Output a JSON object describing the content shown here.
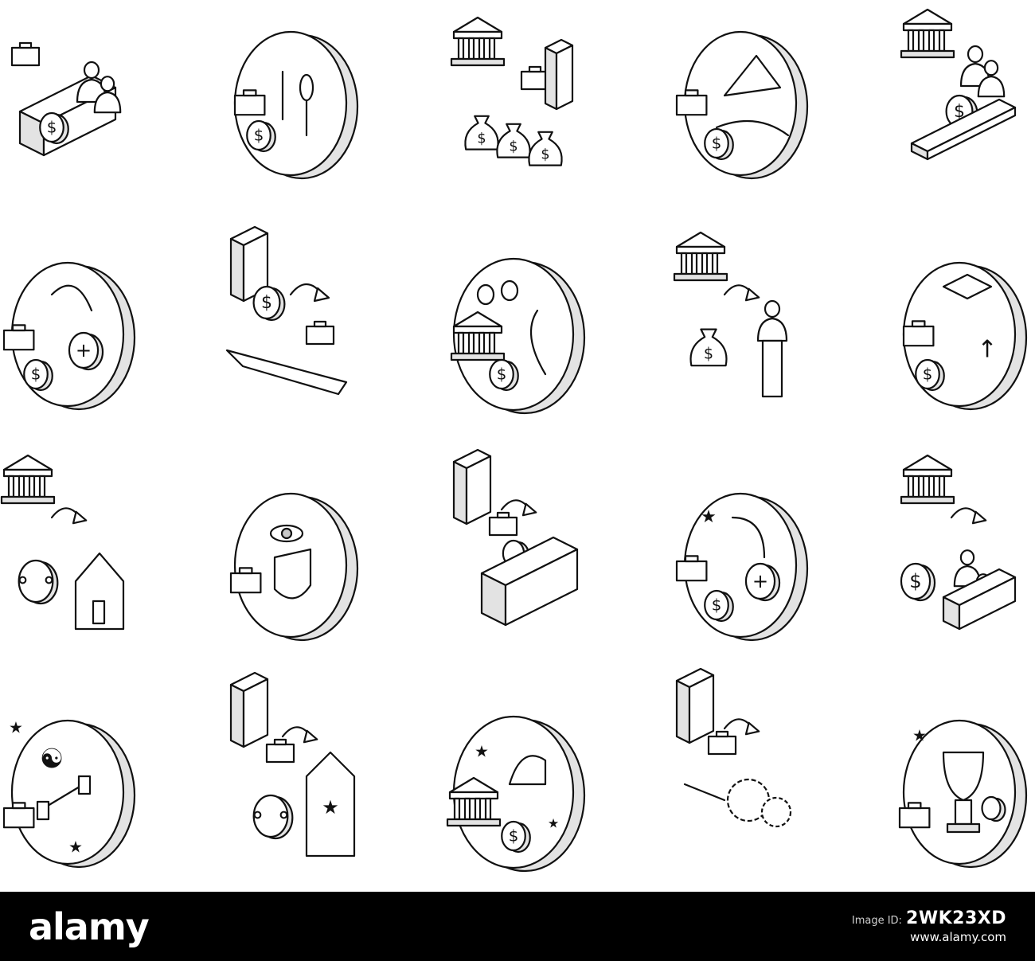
{
  "icons": [
    {
      "name": "finance-meeting-icon"
    },
    {
      "name": "dining-expense-icon"
    },
    {
      "name": "bank-money-bags-icon"
    },
    {
      "name": "travel-tent-expense-icon"
    },
    {
      "name": "bank-team-savings-icon"
    },
    {
      "name": "health-care-expense-icon"
    },
    {
      "name": "business-travel-flight-icon"
    },
    {
      "name": "bank-client-savings-icon"
    },
    {
      "name": "bank-transfer-person-icon"
    },
    {
      "name": "education-growth-icon"
    },
    {
      "name": "mortgage-house-icon"
    },
    {
      "name": "vision-insurance-icon"
    },
    {
      "name": "gift-bonus-icon"
    },
    {
      "name": "pet-care-expense-icon"
    },
    {
      "name": "bank-employee-payment-icon"
    },
    {
      "name": "wellness-fitness-icon"
    },
    {
      "name": "reward-tag-icon"
    },
    {
      "name": "bank-baby-stroller-icon"
    },
    {
      "name": "work-settings-icon"
    },
    {
      "name": "award-trophy-icon"
    }
  ],
  "footer": {
    "logo_text": "alamy",
    "image_id_label": "Image ID:",
    "image_id": "2WK23XD",
    "site": "www.alamy.com",
    "colors": {
      "background": "#000000",
      "text": "#ffffff"
    }
  },
  "glyphs": {
    "money": "$",
    "plus": "+",
    "star": "★",
    "yinyang": "☯",
    "arrow_up": "↑"
  }
}
